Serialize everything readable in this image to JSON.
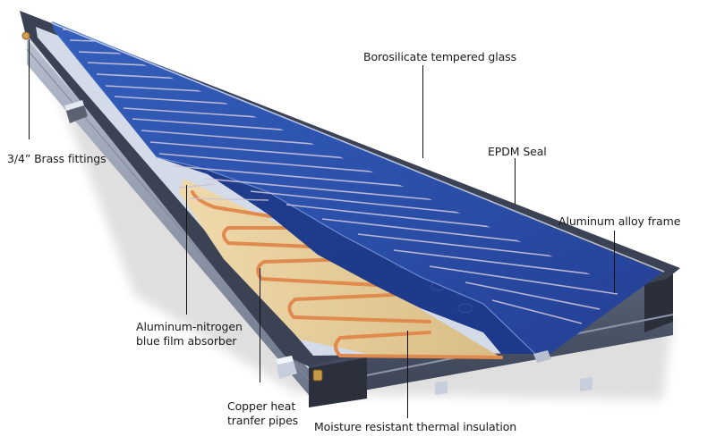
{
  "diagram": {
    "subject": "Flat plate solar thermal collector (cutaway)",
    "colors": {
      "background": "#ffffff",
      "glass_blue": "#2b4fa8",
      "glass_blue_light": "#3a63c0",
      "absorber_blue": "#1f3c96",
      "frame_dark": "#3b4254",
      "frame_side": "#8a93a6",
      "frame_side_light": "#b7bfcf",
      "copper_pipe": "#e08a4e",
      "insulation_tan": "#e6cfa2",
      "backplate_silver": "#d4dbe8",
      "fin_line": "#c9c2d8",
      "label_text": "#1a1a1a",
      "leader_line": "#111111"
    }
  },
  "labels": {
    "brass_fittings": "3/4” Brass fittings",
    "glass": "Borosilicate tempered glass",
    "seal": "EPDM Seal",
    "frame": "Aluminum alloy frame",
    "absorber_line1": "Aluminum-nitrogen",
    "absorber_line2": "blue film absorber",
    "pipes_line1": "Copper heat",
    "pipes_line2": "tranfer pipes",
    "insulation": "Moisture resistant thermal insulation"
  }
}
